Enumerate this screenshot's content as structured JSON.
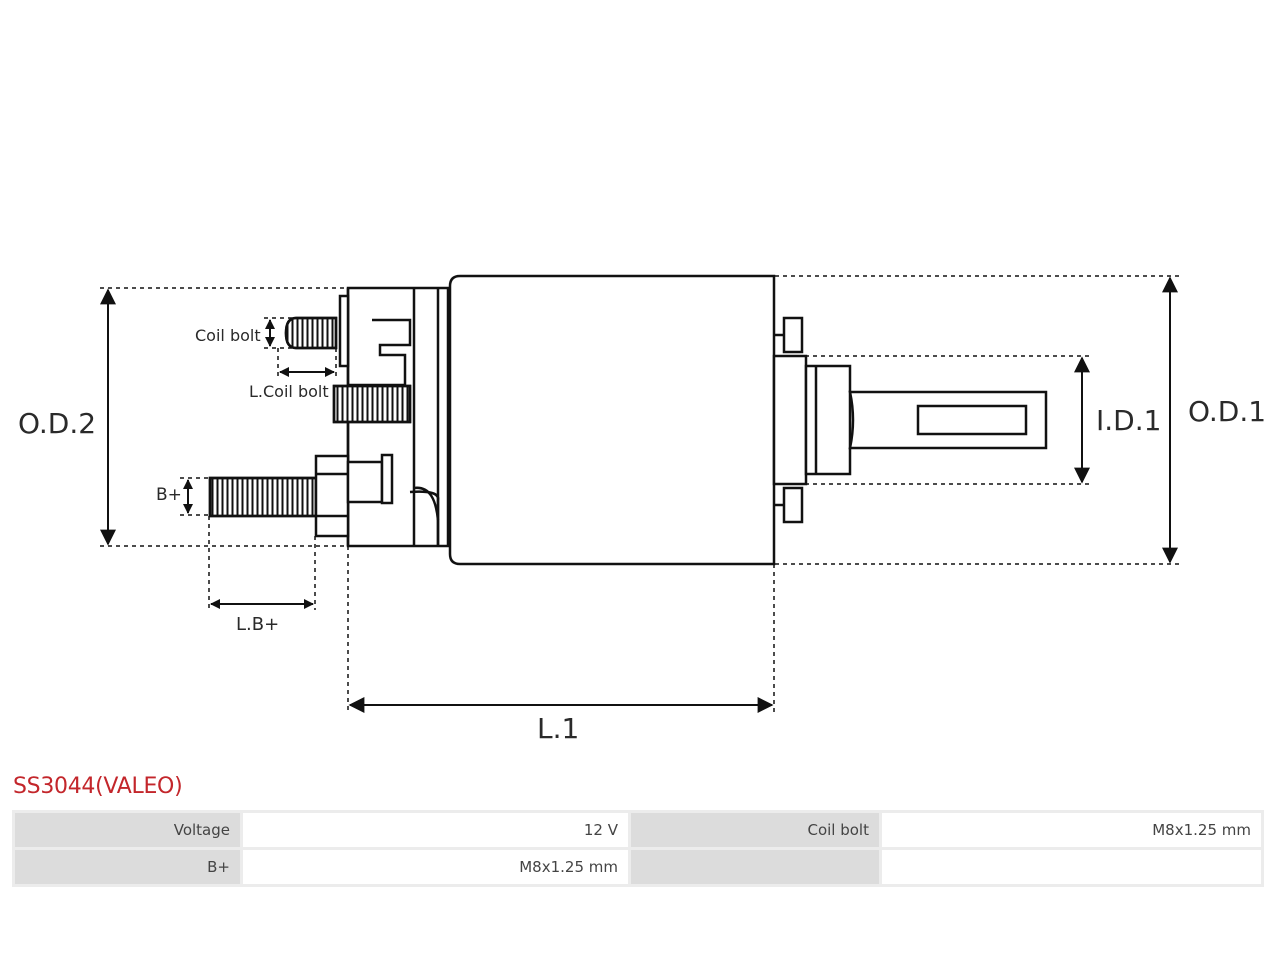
{
  "diagram": {
    "labels": {
      "od2": "O.D.2",
      "od1": "O.D.1",
      "id1": "I.D.1",
      "l1": "L.1",
      "lb": "L.B+",
      "bplus": "B+",
      "coil_bolt": "Coil bolt",
      "l_coil_bolt": "L.Coil bolt"
    }
  },
  "product": {
    "title": "SS3044(VALEO)"
  },
  "specs": {
    "rows": [
      {
        "k1": "Voltage",
        "v1": "12 V",
        "k2": "Coil bolt",
        "v2": "M8x1.25 mm"
      },
      {
        "k1": "B+",
        "v1": "M8x1.25 mm",
        "k2": "",
        "v2": ""
      }
    ]
  }
}
